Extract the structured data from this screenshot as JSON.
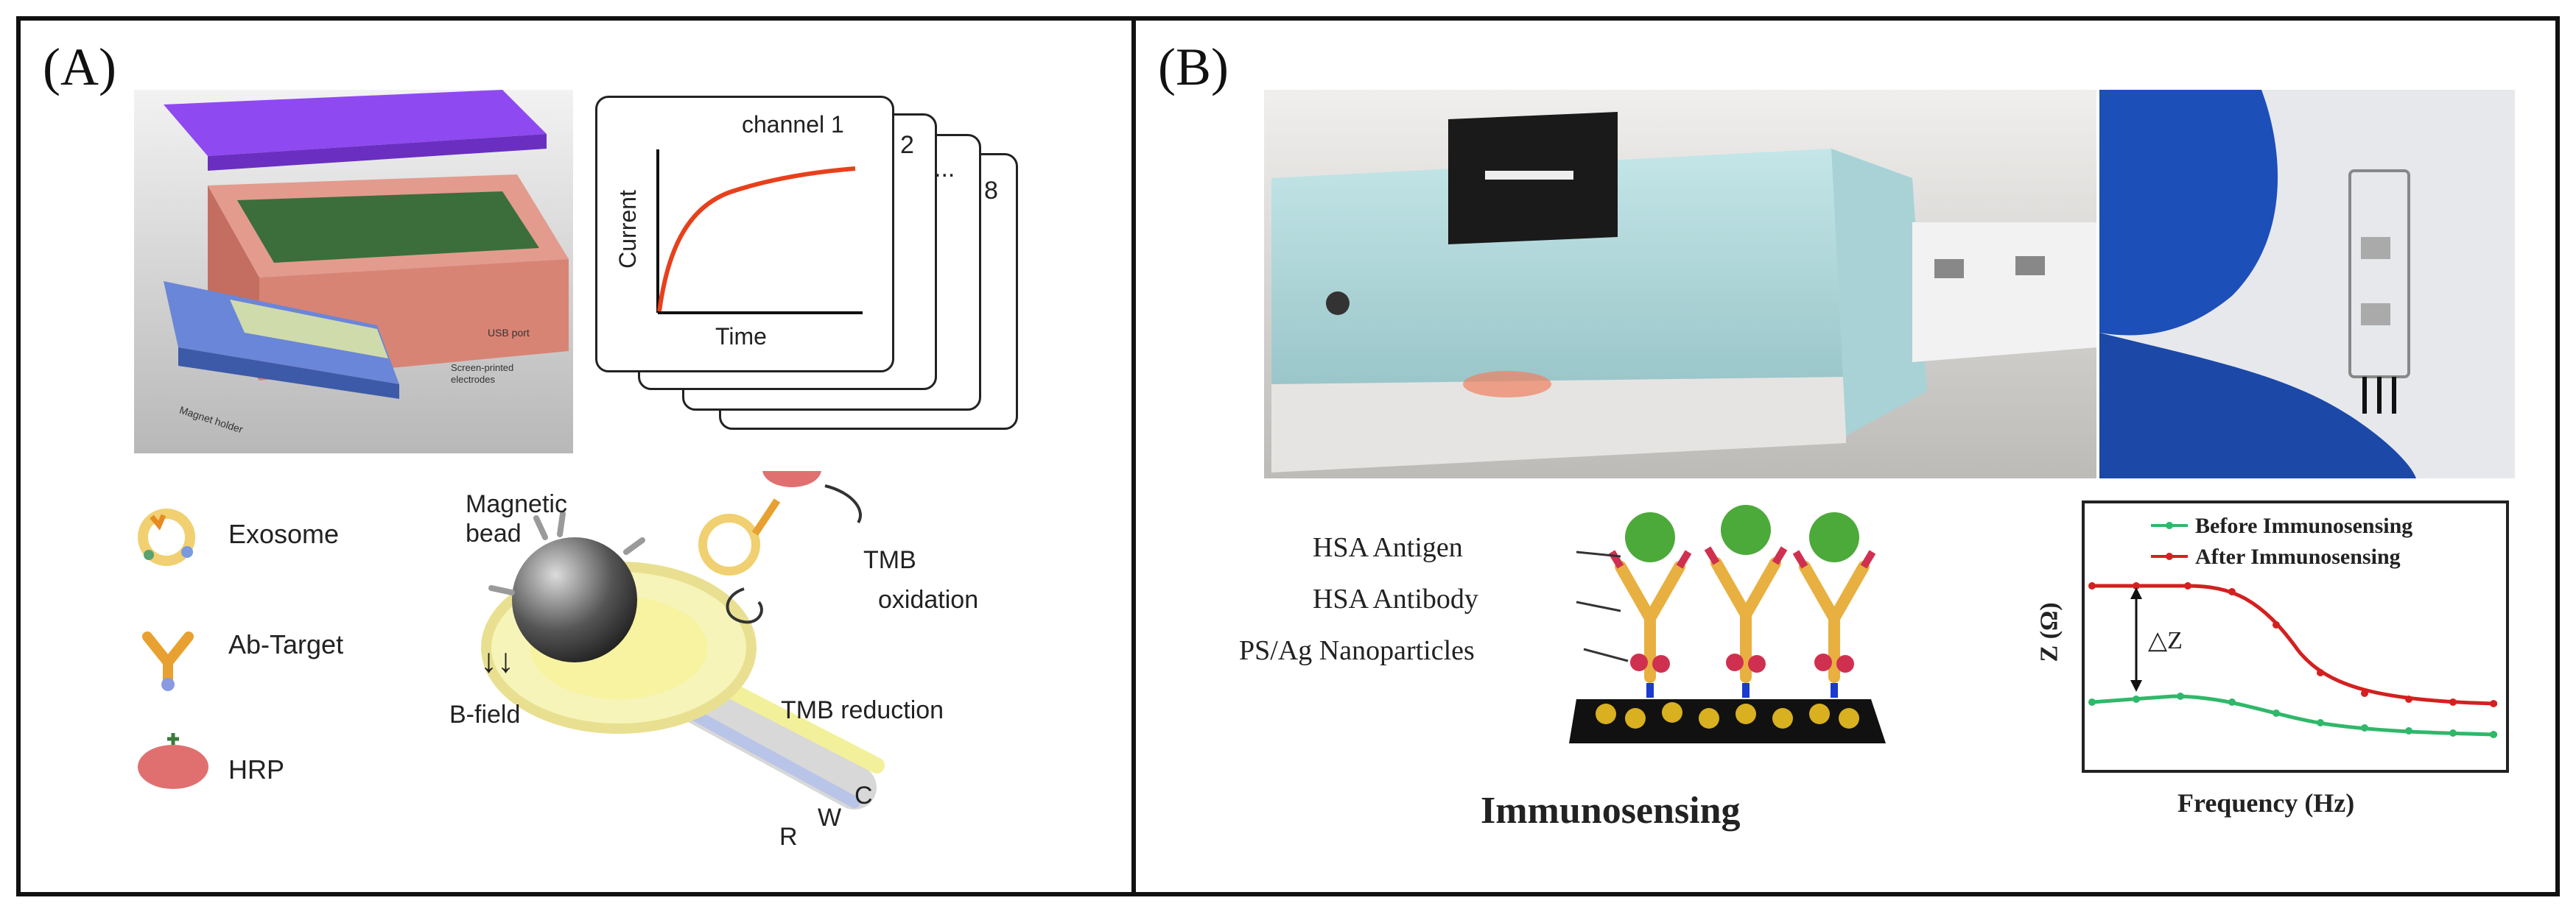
{
  "panels": {
    "a": {
      "label": "(A)",
      "device": {
        "caption_layers": "Magnet holder",
        "caption_usb": "USB port",
        "caption_electrodes": "Screen-printed electrodes"
      },
      "plot": {
        "channel_label": "channel 1",
        "card_numbers": [
          "2",
          "...",
          "8"
        ],
        "xlabel": "Time",
        "ylabel": "Current"
      },
      "legend": {
        "exosome": "Exosome",
        "ab_target": "Ab-Target",
        "hrp": "HRP"
      },
      "schematic": {
        "bead_label_1": "Magnetic",
        "bead_label_2": "bead",
        "bfield": "B-field",
        "arrows": "↓↓",
        "tmb_ox_1": "TMB",
        "tmb_ox_2": "oxidation",
        "tmb_red": "TMB reduction",
        "electrode_r": "R",
        "electrode_w": "W",
        "electrode_c": "C"
      }
    },
    "b": {
      "label": "(B)",
      "immuno": {
        "antigen": "HSA Antigen",
        "antibody": "HSA Antibody",
        "nanoparticles": "PS/Ag Nanoparticles",
        "title": "Immunosensing"
      },
      "impedance": {
        "legend_before": "Before Immunosensing",
        "legend_after": "After Immunosensing",
        "ylabel": "Z (Ω)",
        "xlabel": "Frequency (Hz)",
        "delta": "△Z"
      }
    }
  },
  "colors": {
    "before": "#2fb86a",
    "after": "#d42020",
    "antigen": "#3fa83f",
    "purple": "#8b3fe0",
    "device_blue": "#a9d4d6"
  }
}
